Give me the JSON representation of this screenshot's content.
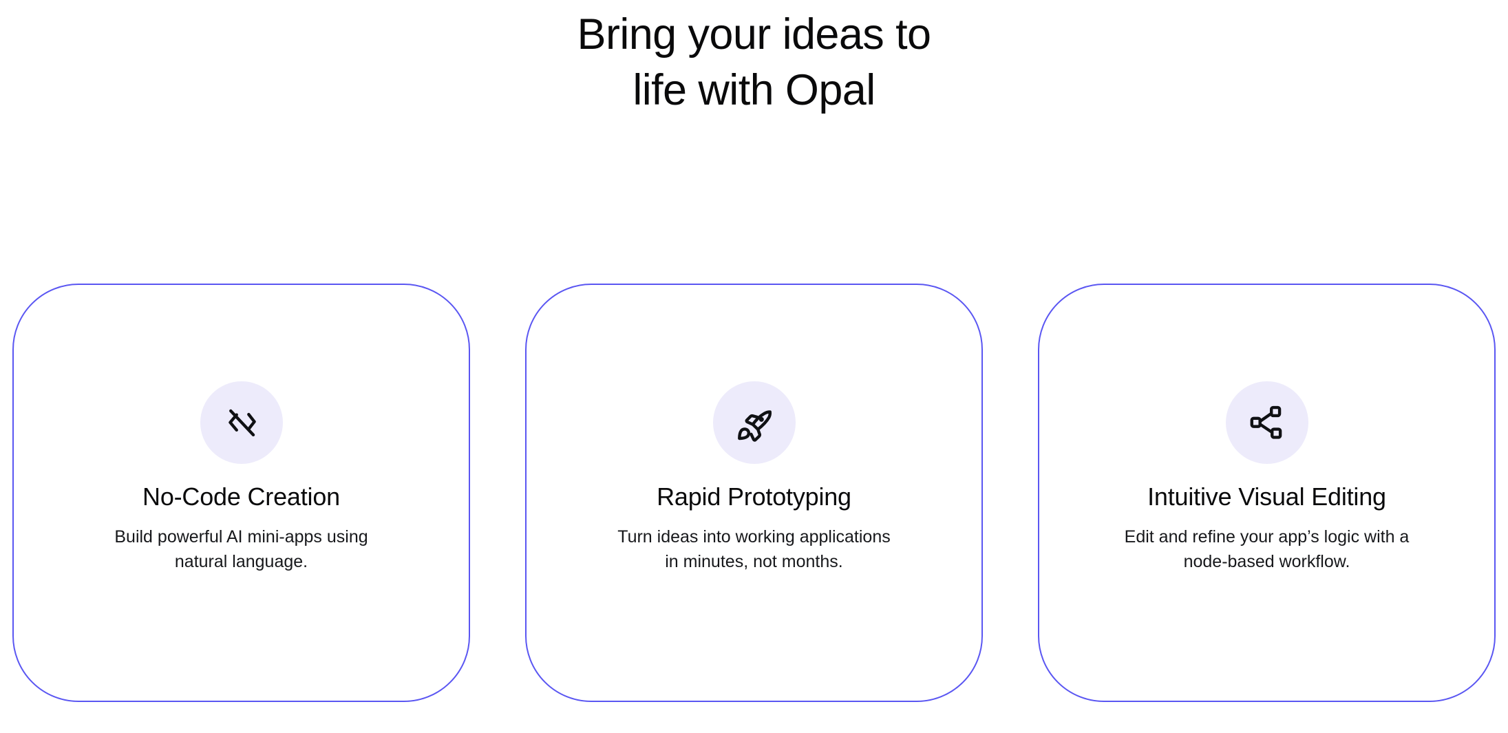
{
  "page": {
    "background_color": "#ffffff",
    "accent_color": "#5a56f2",
    "icon_badge_color": "#edebfb",
    "text_color": "#0a0a0b"
  },
  "hero": {
    "title": "Bring your ideas to\nlife with Opal",
    "title_line_1": "Bring your ideas to",
    "title_line_2": "life with Opal"
  },
  "features": [
    {
      "icon": "code-off-icon",
      "title": "No-Code Creation",
      "description": "Build powerful AI mini-apps using\nnatural language."
    },
    {
      "icon": "rocket-icon",
      "title": "Rapid Prototyping",
      "description": "Turn ideas into working applications\nin minutes, not months."
    },
    {
      "icon": "workflow-nodes-icon",
      "title": "Intuitive Visual Editing",
      "description": "Edit and refine your app’s logic with a\nnode-based workflow."
    }
  ]
}
